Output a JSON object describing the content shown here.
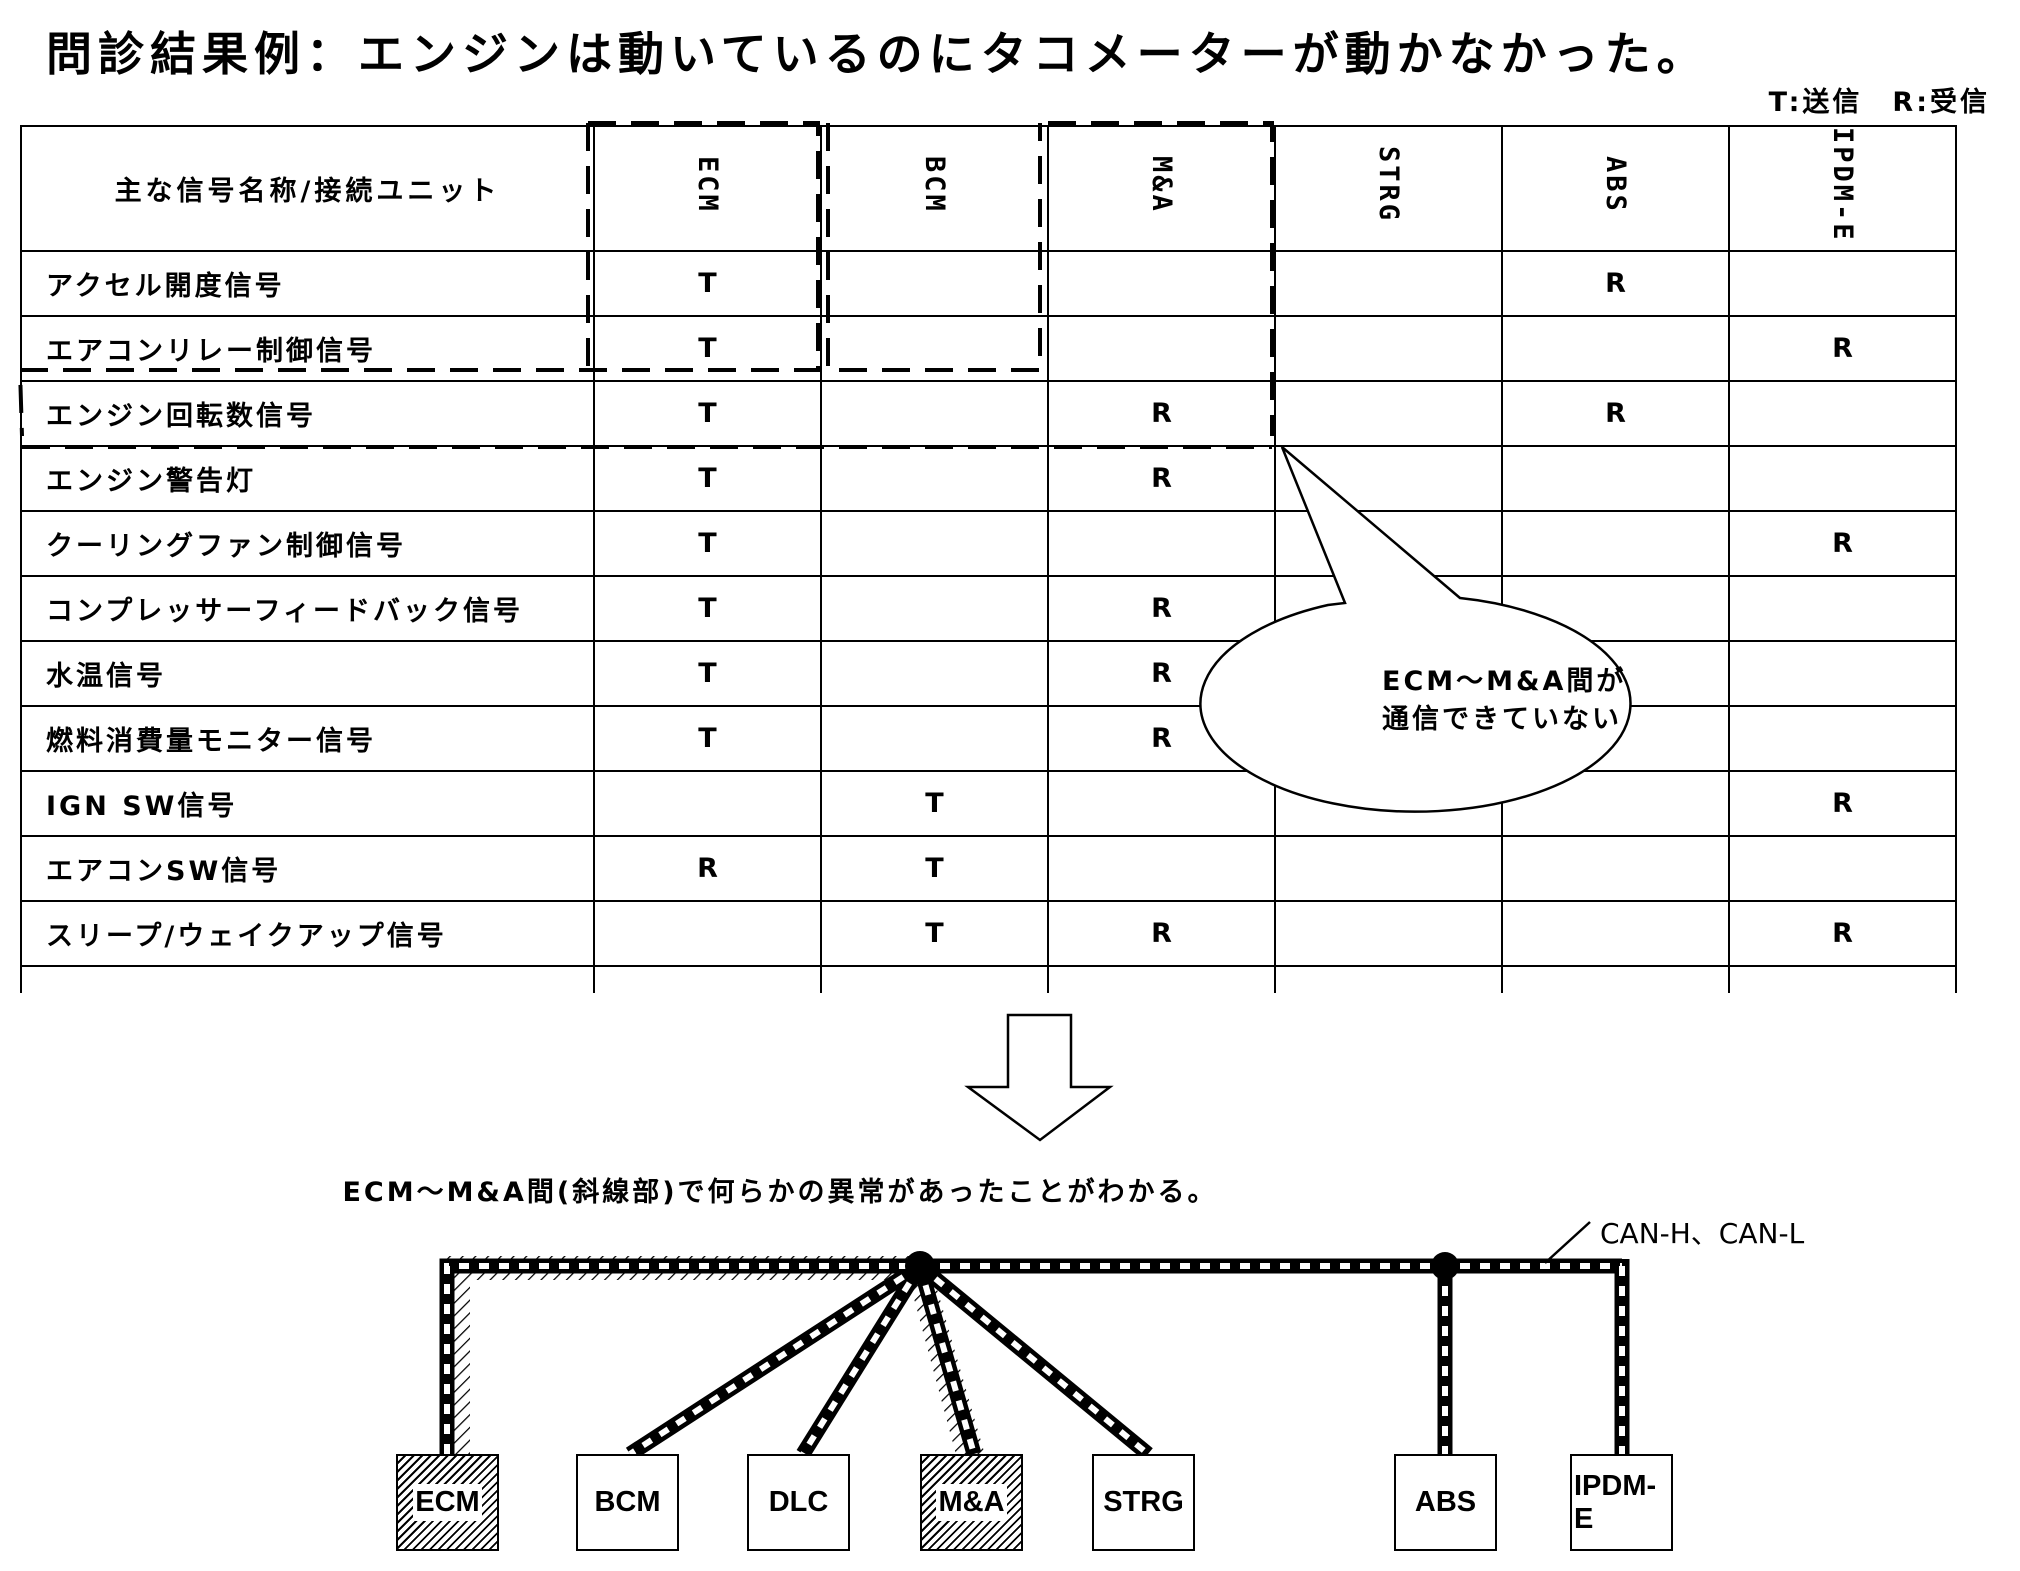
{
  "title": "問診結果例：エンジンは動いているのにタコメーターが動かなかった。",
  "legend": "T:送信　R:受信",
  "table": {
    "corner_header": "主な信号名称/接続ユニット",
    "units": [
      "ECM",
      "BCM",
      "M&A",
      "STRG",
      "ABS",
      "IPDM-E"
    ],
    "rows": [
      {
        "name": "アクセル開度信号",
        "cells": [
          "T",
          "",
          "",
          "",
          "R",
          ""
        ]
      },
      {
        "name": "エアコンリレー制御信号",
        "cells": [
          "T",
          "",
          "",
          "",
          "",
          "R"
        ]
      },
      {
        "name": "エンジン回転数信号",
        "cells": [
          "T",
          "",
          "R",
          "",
          "R",
          ""
        ]
      },
      {
        "name": "エンジン警告灯",
        "cells": [
          "T",
          "",
          "R",
          "",
          "",
          ""
        ]
      },
      {
        "name": "クーリングファン制御信号",
        "cells": [
          "T",
          "",
          "",
          "",
          "",
          "R"
        ]
      },
      {
        "name": "コンプレッサーフィードバック信号",
        "cells": [
          "T",
          "",
          "R",
          "",
          "",
          ""
        ]
      },
      {
        "name": "水温信号",
        "cells": [
          "T",
          "",
          "R",
          "",
          "",
          ""
        ]
      },
      {
        "name": "燃料消費量モニター信号",
        "cells": [
          "T",
          "",
          "R",
          "",
          "",
          ""
        ]
      },
      {
        "name": "IGN SW信号",
        "cells": [
          "",
          "T",
          "",
          "",
          "",
          "R"
        ]
      },
      {
        "name": "エアコンSW信号",
        "cells": [
          "R",
          "T",
          "",
          "",
          "",
          ""
        ]
      },
      {
        "name": "スリープ/ウェイクアップ信号",
        "cells": [
          "",
          "T",
          "R",
          "",
          "",
          "R"
        ]
      }
    ]
  },
  "callout": {
    "line1": "ECM～M&A間が",
    "line2": "通信できていない"
  },
  "caption": "ECM～M&A間(斜線部)で何らかの異常があったことがわかる。",
  "bus_label": "CAN-H、CAN-L",
  "nodes": [
    {
      "label": "ECM",
      "hatched": true
    },
    {
      "label": "BCM",
      "hatched": false
    },
    {
      "label": "DLC",
      "hatched": false
    },
    {
      "label": "M&A",
      "hatched": true
    },
    {
      "label": "STRG",
      "hatched": false
    },
    {
      "label": "ABS",
      "hatched": false
    },
    {
      "label": "IPDM-E",
      "hatched": false
    }
  ]
}
